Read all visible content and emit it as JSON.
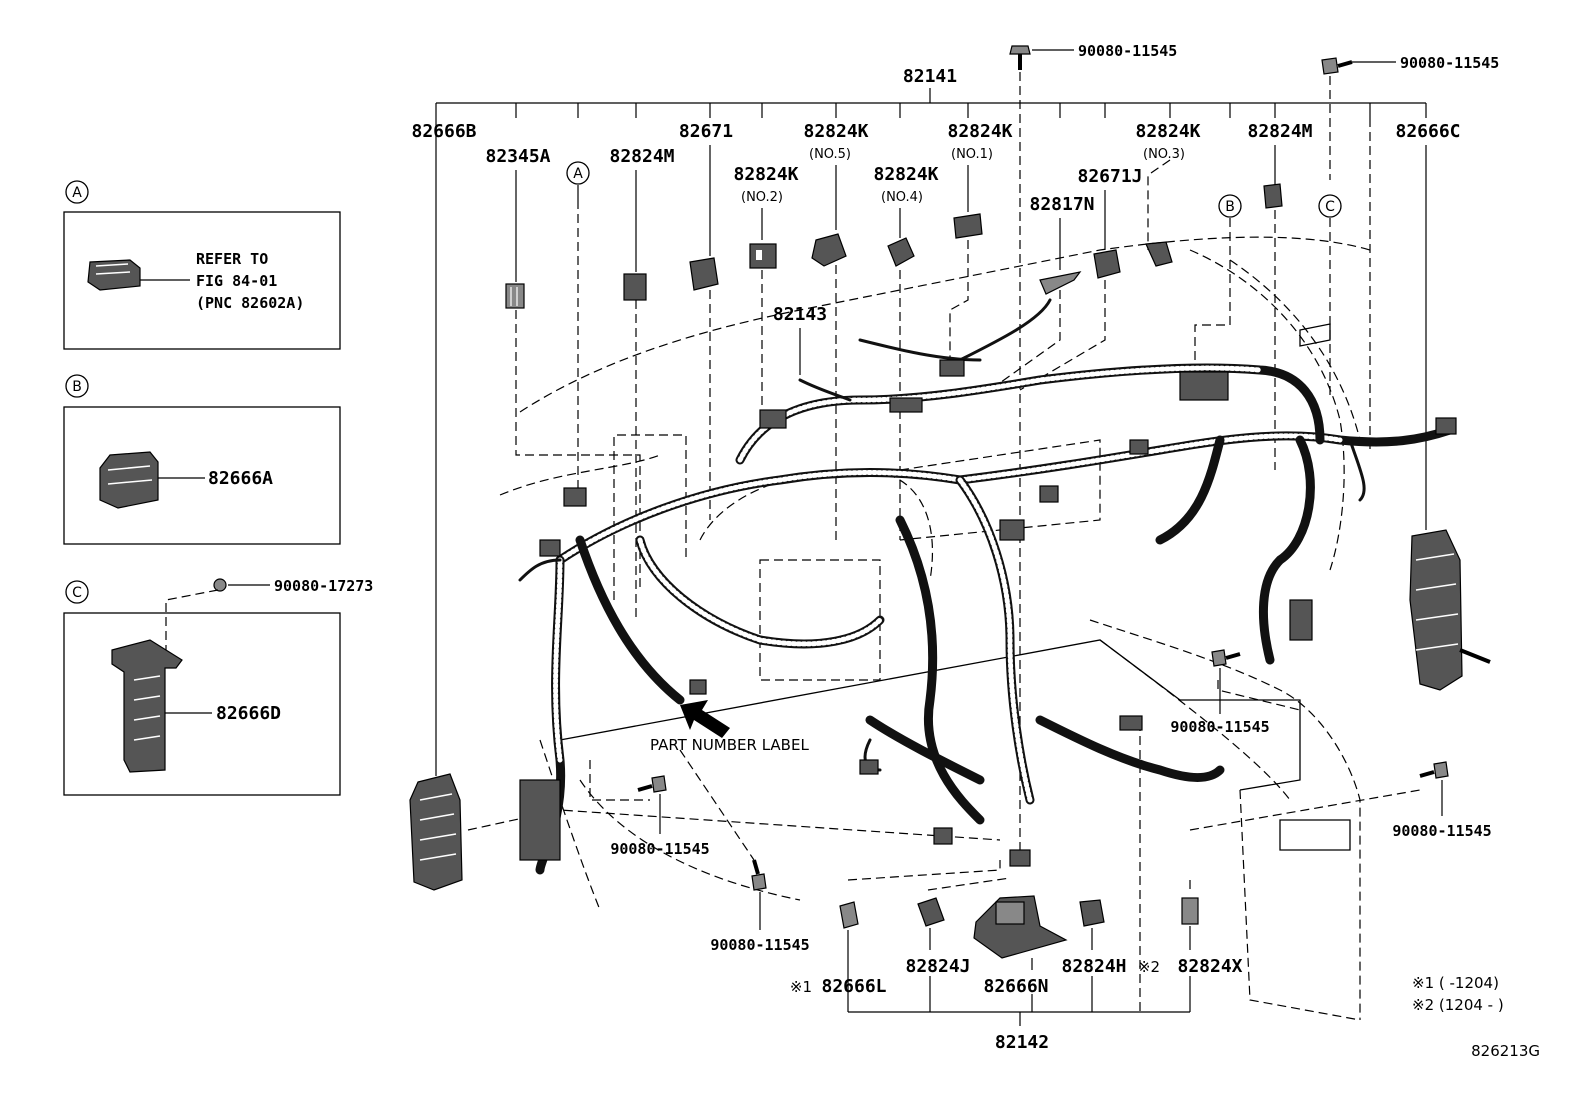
{
  "callouts": {
    "bolt_top_center": "90080-11545",
    "bolt_top_right": "90080-11545",
    "main_harness": "82141",
    "sub_harness": "82142",
    "harness_82143": "82143",
    "p82666B": "82666B",
    "p82345A": "82345A",
    "p82824M_left": "82824M",
    "p82671": "82671",
    "p82824K_no5": "82824K",
    "p82824K_no5_sub": "(NO.5)",
    "p82824K_no2": "82824K",
    "p82824K_no2_sub": "(NO.2)",
    "p82824K_no4": "82824K",
    "p82824K_no4_sub": "(NO.4)",
    "p82824K_no1": "82824K",
    "p82824K_no1_sub": "(NO.1)",
    "p82817N": "82817N",
    "p82671J": "82671J",
    "p82824K_no3": "82824K",
    "p82824K_no3_sub": "(NO.3)",
    "p82824M_right": "82824M",
    "p82666C": "82666C",
    "bolt_right_mid": "90080-11545",
    "bolt_right_low": "90080-11545",
    "bolt_left_low": "90080-11545",
    "bolt_bottom": "90080-11545",
    "part_number_label": "PART NUMBER LABEL",
    "p82824J": "82824J",
    "p82666L": "82666L",
    "p82666N": "82666N",
    "p82824H": "82824H",
    "p82824X": "82824X",
    "mark1": "※1",
    "mark2": "※2"
  },
  "markers": {
    "a": "A",
    "b": "B",
    "c": "C"
  },
  "inset_a": {
    "marker": "A",
    "line1": "REFER TO",
    "line2": "FIG 84-01",
    "line3": "(PNC 82602A)"
  },
  "inset_b": {
    "marker": "B",
    "part": "82666A"
  },
  "inset_c": {
    "marker": "C",
    "part": "82666D",
    "bolt": "90080-17273"
  },
  "notes": {
    "note1": "※1 (     -1204)",
    "note2": "※2 (1204 -     )"
  },
  "figure_id": "826213G"
}
